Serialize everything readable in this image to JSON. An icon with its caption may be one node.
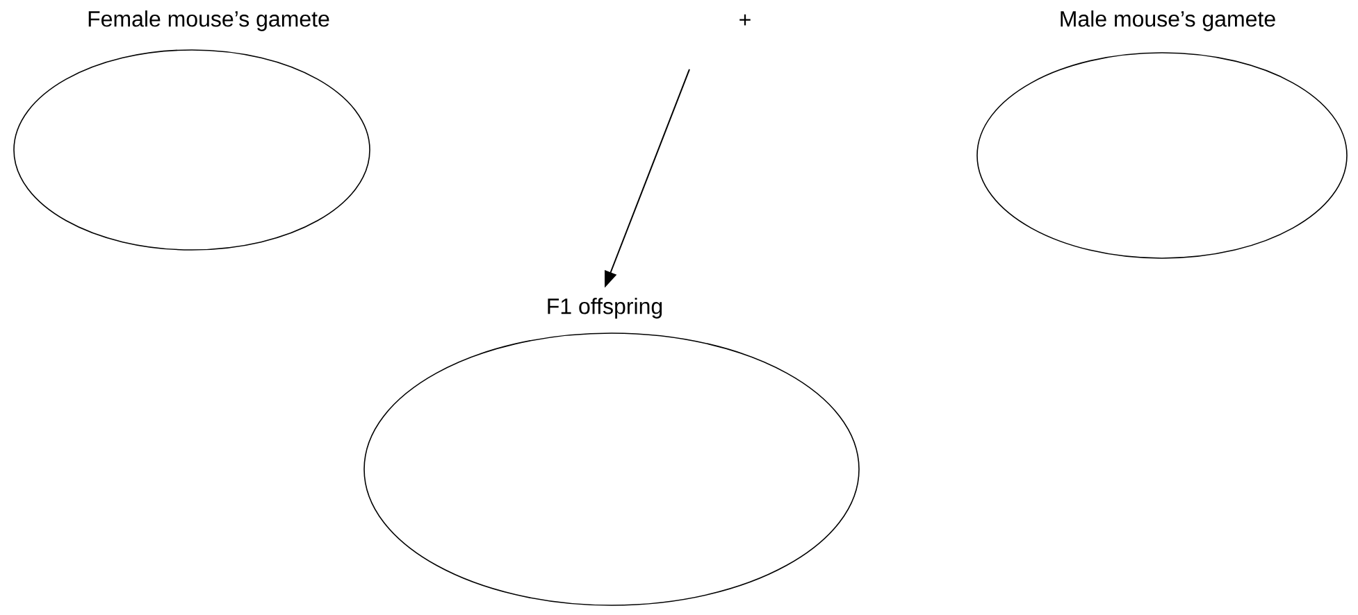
{
  "diagram": {
    "nodes": [
      {
        "text": [
          "Female mouse’s gamete"
        ]
      },
      {
        "text": [
          "Male mouse’s gamete"
        ]
      },
      {
        "text": [
          "F1 offspring"
        ]
      }
    ],
    "edges": [
      {
        "from": null,
        "to": 2,
        "arrow": "to"
      }
    ],
    "labels": [
      "+"
    ]
  }
}
